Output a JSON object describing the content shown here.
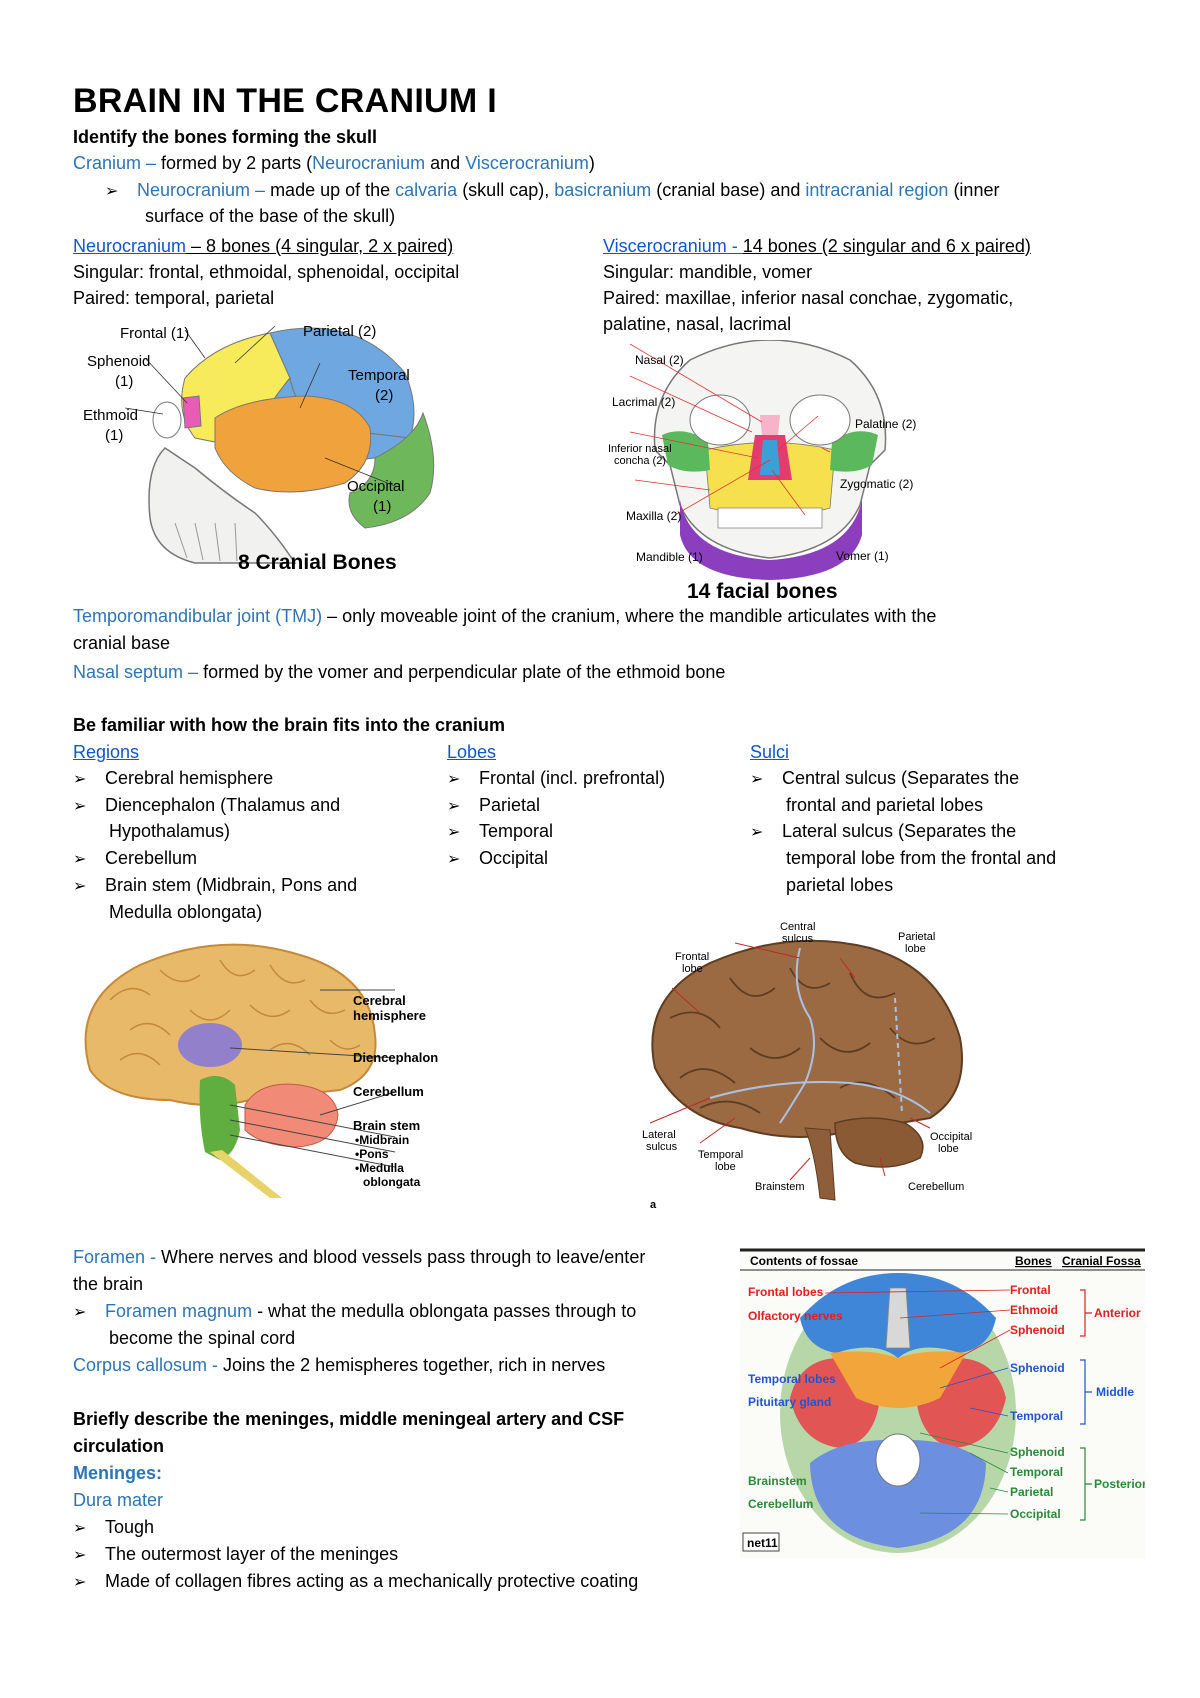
{
  "title": "BRAIN IN THE CRANIUM I",
  "sec1": {
    "heading": "Identify the bones forming the skull",
    "cranium_term": "Cranium – ",
    "cranium_text1": "formed by 2 parts (",
    "cranium_neuro": "Neurocranium",
    "cranium_and": " and ",
    "cranium_visc": "Viscerocranium",
    "cranium_close": ")",
    "neuro_term": "Neurocranium – ",
    "neuro_text1": "made up of the ",
    "neuro_calvaria": "calvaria",
    "neuro_text2": " (skull cap), ",
    "neuro_basi": "basicranium",
    "neuro_text3": " (cranial base) and ",
    "neuro_intra": "intracranial region",
    "neuro_text4": " (inner",
    "neuro_line2": "surface of the base of the skull)",
    "left_col_term": "Neurocranium",
    "left_col_rest": " – 8 bones (4 singular, 2 x paired)",
    "left_singular": "Singular: frontal, ethmoidal, sphenoidal, occipital",
    "left_paired": "Paired: temporal, parietal",
    "right_col_term": "Viscerocranium - ",
    "right_col_rest": "14 bones (2 singular and 6 x paired)",
    "right_singular": "Singular: mandible, vomer",
    "right_paired": "Paired: maxillae, inferior nasal conchae, zygomatic,",
    "right_paired2": "palatine, nasal, lacrimal"
  },
  "cranial_fig": {
    "caption": "8 Cranial Bones",
    "labels": [
      "Frontal (1)",
      "Parietal (2)",
      "Sphenoid",
      "(1)",
      "Temporal",
      "(2)",
      "Ethmoid",
      "(1)",
      "Occipital",
      "(1)"
    ]
  },
  "facial_fig": {
    "caption": "14 facial bones",
    "labels": [
      "Nasal (2)",
      "Lacrimal (2)",
      "Palatine (2)",
      "Inferior nasal",
      "concha (2)",
      "Zygomatic (2)",
      "Maxilla (2)",
      "Mandible (1)",
      "Vomer (1)"
    ]
  },
  "tmj": {
    "term": "Temporomandibular joint (TMJ)",
    "text": " – only moveable joint of the cranium, where the mandible articulates with the",
    "line2": "cranial base"
  },
  "septum": {
    "term": "Nasal septum – ",
    "text": "formed by the vomer and perpendicular plate of the ethmoid bone"
  },
  "sec2": {
    "heading": "Be familiar with how the brain fits into the cranium",
    "regions_head": "Regions",
    "regions": [
      "Cerebral hemisphere",
      "Diencephalon (Thalamus and",
      "Hypothalamus)",
      "Cerebellum",
      "Brain stem (Midbrain, Pons and",
      "Medulla oblongata)"
    ],
    "lobes_head": "Lobes",
    "lobes": [
      "Frontal (incl. prefrontal)",
      "Parietal",
      "Temporal",
      "Occipital"
    ],
    "sulci_head": "Sulci",
    "sulci": [
      "Central sulcus (Separates the",
      "frontal and parietal lobes",
      "Lateral sulcus (Separates the",
      "temporal lobe from the frontal and",
      "parietal lobes"
    ]
  },
  "brain_fig1": {
    "labels": [
      "Cerebral",
      "hemisphere",
      "Diencephalon",
      "Cerebellum",
      "Brain stem",
      "•Midbrain",
      "•Pons",
      "•Medulla",
      "oblongata"
    ]
  },
  "brain_fig2": {
    "labels": [
      "Central",
      "sulcus",
      "Parietal",
      "lobe",
      "Frontal",
      "lobe",
      "Lateral",
      "sulcus",
      "Temporal",
      "lobe",
      "Brainstem",
      "Occipital",
      "lobe",
      "Cerebellum",
      "a"
    ]
  },
  "foramen": {
    "term": "Foramen - ",
    "text": "Where nerves and blood vessels pass through to leave/enter",
    "line2": "the brain",
    "magnum_term": "Foramen magnum",
    "magnum_text": " - what the medulla oblongata passes through to",
    "magnum_line2": "become the spinal cord",
    "cc_term": "Corpus callosum - ",
    "cc_text": "Joins the 2 hemispheres together, rich in nerves"
  },
  "sec3": {
    "heading1": "Briefly describe the meninges, middle meningeal artery and CSF",
    "heading2": "circulation",
    "meninges": "Meninges:",
    "dura": "Dura mater",
    "items": [
      "Tough",
      "The outermost layer of the meninges",
      "Made of collagen fibres acting as a mechanically protective coating"
    ]
  },
  "fossa_fig": {
    "col_contents": "Contents of fossae",
    "col_bones": "Bones",
    "col_fossa": "Cranial Fossa",
    "contents": [
      "Frontal lobes",
      "Olfactory nerves",
      "Temporal lobes",
      "Pituitary gland",
      "Brainstem",
      "Cerebellum"
    ],
    "bones": [
      "Frontal",
      "Ethmoid",
      "Sphenoid",
      "Sphenoid",
      "Temporal",
      "Sphenoid",
      "Temporal",
      "Parietal",
      "Occipital"
    ],
    "fossae": [
      "Anterior",
      "Middle",
      "Posterior"
    ],
    "badge": "net11"
  },
  "colors": {
    "blue_term": "#2E74B5",
    "link": "#1155CC"
  }
}
